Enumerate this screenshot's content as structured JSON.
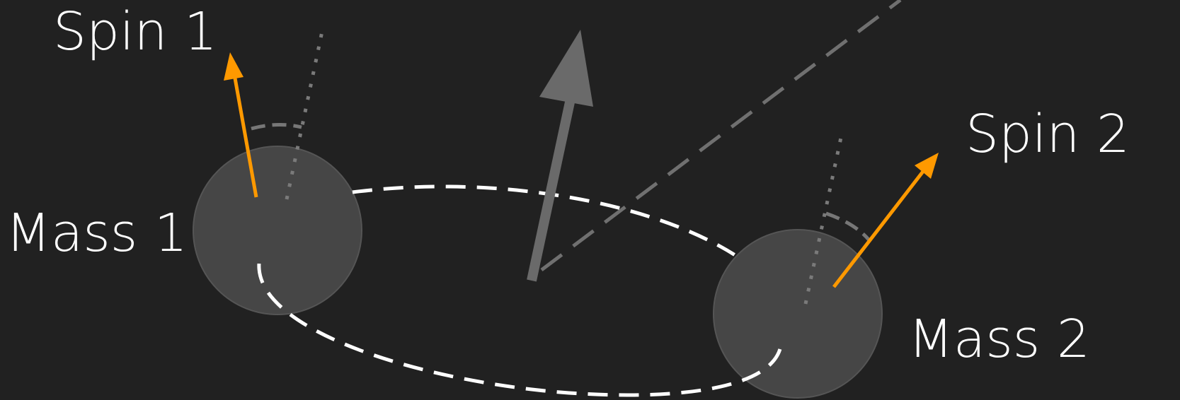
{
  "labels": {
    "spin_1": "Spin 1",
    "spin_2": "Spin 2",
    "mass_1": "Mass 1",
    "mass_2": "Mass 2"
  },
  "colors": {
    "background": "#212121",
    "mass_fill": "#464646",
    "spin_arrow": "#FF9900",
    "orbital_angular_momentum_arrow": "#6A6A6A",
    "orbit_path": "#FFFFFF",
    "reference_lines": "#777777",
    "label_text": "#FFFFFF"
  }
}
